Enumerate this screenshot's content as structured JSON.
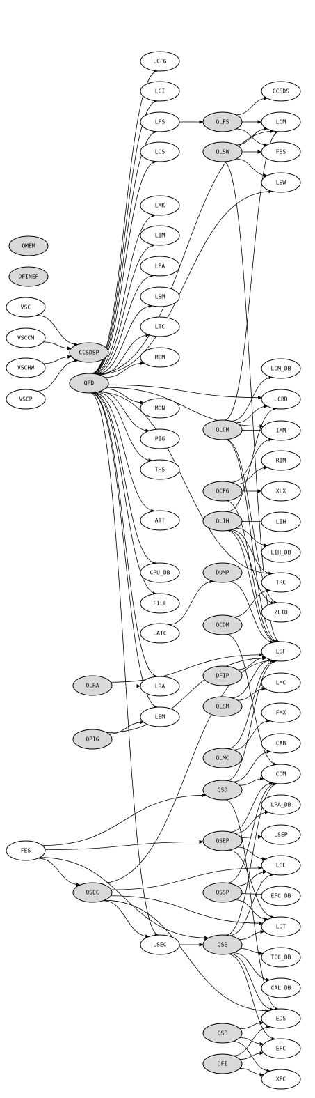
{
  "colors": {
    "module_fill": "#d9d9d9",
    "plain_fill": "#ffffff",
    "stroke": "#000000"
  },
  "diagram": {
    "nodes": [
      {
        "id": "QMEM",
        "label": "QMEM",
        "kind": "module"
      },
      {
        "id": "DFINEP",
        "label": "DFINEP",
        "kind": "module"
      },
      {
        "id": "VSC",
        "label": "VSC",
        "kind": "plain"
      },
      {
        "id": "VSCCM",
        "label": "VSCCM",
        "kind": "plain"
      },
      {
        "id": "VSCHW",
        "label": "VSCHW",
        "kind": "plain"
      },
      {
        "id": "VSCP",
        "label": "VSCP",
        "kind": "plain"
      },
      {
        "id": "CCSDSP",
        "label": "CCSDSP",
        "kind": "module"
      },
      {
        "id": "QPD",
        "label": "QPD",
        "kind": "module"
      },
      {
        "id": "LCFG",
        "label": "LCFG",
        "kind": "plain"
      },
      {
        "id": "LCI",
        "label": "LCI",
        "kind": "plain"
      },
      {
        "id": "LFS",
        "label": "LFS",
        "kind": "plain"
      },
      {
        "id": "LCS",
        "label": "LCS",
        "kind": "plain"
      },
      {
        "id": "LMK",
        "label": "LMK",
        "kind": "plain"
      },
      {
        "id": "LIM",
        "label": "LIM",
        "kind": "plain"
      },
      {
        "id": "LPA",
        "label": "LPA",
        "kind": "plain"
      },
      {
        "id": "LSM",
        "label": "LSM",
        "kind": "plain"
      },
      {
        "id": "LTC",
        "label": "LTC",
        "kind": "plain"
      },
      {
        "id": "MEM",
        "label": "MEM",
        "kind": "plain"
      },
      {
        "id": "MON",
        "label": "MON",
        "kind": "plain"
      },
      {
        "id": "PIG",
        "label": "PIG",
        "kind": "plain"
      },
      {
        "id": "THS",
        "label": "THS",
        "kind": "plain"
      },
      {
        "id": "ATT",
        "label": "ATT",
        "kind": "plain"
      },
      {
        "id": "CPU_DB",
        "label": "CPU_DB",
        "kind": "plain"
      },
      {
        "id": "FILE",
        "label": "FILE",
        "kind": "plain"
      },
      {
        "id": "LATC",
        "label": "LATC",
        "kind": "plain"
      },
      {
        "id": "LRA",
        "label": "LRA",
        "kind": "plain"
      },
      {
        "id": "LEM",
        "label": "LEM",
        "kind": "plain"
      },
      {
        "id": "QLRA",
        "label": "QLRA",
        "kind": "module"
      },
      {
        "id": "QPIG",
        "label": "QPIG",
        "kind": "module"
      },
      {
        "id": "FES",
        "label": "FES",
        "kind": "plain"
      },
      {
        "id": "QSEC",
        "label": "QSEC",
        "kind": "module"
      },
      {
        "id": "LSEC",
        "label": "LSEC",
        "kind": "plain"
      },
      {
        "id": "QLFS",
        "label": "QLFS",
        "kind": "module"
      },
      {
        "id": "QLSW",
        "label": "QLSW",
        "kind": "module"
      },
      {
        "id": "QLCM",
        "label": "QLCM",
        "kind": "module"
      },
      {
        "id": "QCFG",
        "label": "QCFG",
        "kind": "module"
      },
      {
        "id": "QLIH",
        "label": "QLIH",
        "kind": "module"
      },
      {
        "id": "DUMP",
        "label": "DUMP",
        "kind": "module"
      },
      {
        "id": "QCDM",
        "label": "QCDM",
        "kind": "module"
      },
      {
        "id": "DFIP",
        "label": "DFIP",
        "kind": "module"
      },
      {
        "id": "QLSM",
        "label": "QLSM",
        "kind": "module"
      },
      {
        "id": "QLMC",
        "label": "QLMC",
        "kind": "module"
      },
      {
        "id": "QSD",
        "label": "QSD",
        "kind": "module"
      },
      {
        "id": "QSEP",
        "label": "QSEP",
        "kind": "module"
      },
      {
        "id": "QSSP",
        "label": "QSSP",
        "kind": "module"
      },
      {
        "id": "QSE",
        "label": "QSE",
        "kind": "module"
      },
      {
        "id": "QSP",
        "label": "QSP",
        "kind": "module"
      },
      {
        "id": "DFI",
        "label": "DFI",
        "kind": "module"
      },
      {
        "id": "CCSDS",
        "label": "CCSDS",
        "kind": "plain"
      },
      {
        "id": "LCM",
        "label": "LCM",
        "kind": "plain"
      },
      {
        "id": "FBS",
        "label": "FBS",
        "kind": "plain"
      },
      {
        "id": "LSW",
        "label": "LSW",
        "kind": "plain"
      },
      {
        "id": "LCM_DB",
        "label": "LCM_DB",
        "kind": "plain"
      },
      {
        "id": "LCBD",
        "label": "LCBD",
        "kind": "plain"
      },
      {
        "id": "IMM",
        "label": "IMM",
        "kind": "plain"
      },
      {
        "id": "RIM",
        "label": "RIM",
        "kind": "plain"
      },
      {
        "id": "XLX",
        "label": "XLX",
        "kind": "plain"
      },
      {
        "id": "LIH",
        "label": "LIH",
        "kind": "plain"
      },
      {
        "id": "LIH_DB",
        "label": "LIH_DB",
        "kind": "plain"
      },
      {
        "id": "TRC",
        "label": "TRC",
        "kind": "plain"
      },
      {
        "id": "ZLIB",
        "label": "ZLIB",
        "kind": "plain"
      },
      {
        "id": "LSF",
        "label": "LSF",
        "kind": "plain"
      },
      {
        "id": "LMC",
        "label": "LMC",
        "kind": "plain"
      },
      {
        "id": "FMX",
        "label": "FMX",
        "kind": "plain"
      },
      {
        "id": "CAB",
        "label": "CAB",
        "kind": "plain"
      },
      {
        "id": "CDM",
        "label": "CDM",
        "kind": "plain"
      },
      {
        "id": "LPA_DB",
        "label": "LPA_DB",
        "kind": "plain"
      },
      {
        "id": "LSEP",
        "label": "LSEP",
        "kind": "plain"
      },
      {
        "id": "LSE",
        "label": "LSE",
        "kind": "plain"
      },
      {
        "id": "EFC_DB",
        "label": "EFC_DB",
        "kind": "plain"
      },
      {
        "id": "LDT",
        "label": "LDT",
        "kind": "plain"
      },
      {
        "id": "TCC_DB",
        "label": "TCC_DB",
        "kind": "plain"
      },
      {
        "id": "CAL_DB",
        "label": "CAL_DB",
        "kind": "plain"
      },
      {
        "id": "EDS",
        "label": "EDS",
        "kind": "plain"
      },
      {
        "id": "EFC",
        "label": "EFC",
        "kind": "plain"
      },
      {
        "id": "XFC",
        "label": "XFC",
        "kind": "plain"
      }
    ],
    "edges": [
      [
        "VSC",
        "CCSDSP"
      ],
      [
        "VSCCM",
        "CCSDSP"
      ],
      [
        "VSCHW",
        "CCSDSP"
      ],
      [
        "VSCP",
        "CCSDSP"
      ],
      [
        "QPD",
        "LCFG"
      ],
      [
        "QPD",
        "LCI"
      ],
      [
        "QPD",
        "LFS"
      ],
      [
        "QPD",
        "LCS"
      ],
      [
        "QPD",
        "LMK"
      ],
      [
        "QPD",
        "LIM"
      ],
      [
        "QPD",
        "LPA"
      ],
      [
        "QPD",
        "LSM"
      ],
      [
        "QPD",
        "LTC"
      ],
      [
        "QPD",
        "MEM"
      ],
      [
        "QPD",
        "MON"
      ],
      [
        "QPD",
        "PIG"
      ],
      [
        "QPD",
        "THS"
      ],
      [
        "QPD",
        "ATT"
      ],
      [
        "QPD",
        "CPU_DB"
      ],
      [
        "QPD",
        "FILE"
      ],
      [
        "QPD",
        "LRA"
      ],
      [
        "QPD",
        "LEM"
      ],
      [
        "QPD",
        "LSEC"
      ],
      [
        "QPD",
        "LCBD"
      ],
      [
        "QPD",
        "IMM"
      ],
      [
        "QPD",
        "LCM"
      ],
      [
        "QPD",
        "LSW"
      ],
      [
        "QPD",
        "TRC"
      ],
      [
        "LFS",
        "QLFS"
      ],
      [
        "QLFS",
        "CCSDS"
      ],
      [
        "QLFS",
        "LCM"
      ],
      [
        "QLFS",
        "FBS"
      ],
      [
        "QLSW",
        "LCM"
      ],
      [
        "QLSW",
        "FBS"
      ],
      [
        "QLSW",
        "LSW"
      ],
      [
        "QLSW",
        "LSF"
      ],
      [
        "QLCM",
        "LCM_DB"
      ],
      [
        "QLCM",
        "LCBD"
      ],
      [
        "QLCM",
        "IMM"
      ],
      [
        "QLCM",
        "LCM"
      ],
      [
        "QLCM",
        "ZLIB"
      ],
      [
        "QLCM",
        "LSF"
      ],
      [
        "QCFG",
        "RIM"
      ],
      [
        "QCFG",
        "XLX"
      ],
      [
        "QCFG",
        "IMM"
      ],
      [
        "QCFG",
        "LSF"
      ],
      [
        "QLIH",
        "LIH"
      ],
      [
        "QLIH",
        "LIH_DB"
      ],
      [
        "QLIH",
        "TRC"
      ],
      [
        "QLIH",
        "ZLIB"
      ],
      [
        "QLIH",
        "LSF"
      ],
      [
        "QLIH",
        "LCBD"
      ],
      [
        "LATC",
        "DUMP"
      ],
      [
        "DUMP",
        "LSF"
      ],
      [
        "QCDM",
        "TRC"
      ],
      [
        "QCDM",
        "CDM"
      ],
      [
        "DFIP",
        "LSF"
      ],
      [
        "QLSM",
        "LSF"
      ],
      [
        "QLSM",
        "LMC"
      ],
      [
        "QLMC",
        "FMX"
      ],
      [
        "QLMC",
        "LSF"
      ],
      [
        "QLRA",
        "LRA"
      ],
      [
        "QLRA",
        "LSF"
      ],
      [
        "QPIG",
        "LEM"
      ],
      [
        "QPIG",
        "LSF"
      ],
      [
        "QSD",
        "CDM"
      ],
      [
        "QSD",
        "CAB"
      ],
      [
        "QSD",
        "LSF"
      ],
      [
        "QSD",
        "EDS"
      ],
      [
        "QSEP",
        "LPA_DB"
      ],
      [
        "QSEP",
        "LSEP"
      ],
      [
        "QSEP",
        "LSE"
      ],
      [
        "QSEP",
        "CDM"
      ],
      [
        "QSEP",
        "LDT"
      ],
      [
        "QSSP",
        "EFC_DB"
      ],
      [
        "QSSP",
        "LSE"
      ],
      [
        "QSSP",
        "CDM"
      ],
      [
        "QSSP",
        "LDT"
      ],
      [
        "QSE",
        "TCC_DB"
      ],
      [
        "QSE",
        "CAL_DB"
      ],
      [
        "QSE",
        "EDS"
      ],
      [
        "QSE",
        "LDT"
      ],
      [
        "QSE",
        "CDM"
      ],
      [
        "QSE",
        "EFC"
      ],
      [
        "QSE",
        "LSE"
      ],
      [
        "QSP",
        "EDS"
      ],
      [
        "QSP",
        "EFC"
      ],
      [
        "QSP",
        "XFC"
      ],
      [
        "DFI",
        "EFC"
      ],
      [
        "DFI",
        "XFC"
      ],
      [
        "DFI",
        "EDS"
      ],
      [
        "FES",
        "QSD"
      ],
      [
        "FES",
        "QSEP"
      ],
      [
        "FES",
        "QSEC"
      ],
      [
        "FES",
        "QSE"
      ],
      [
        "QSEC",
        "LSEC"
      ],
      [
        "QSEC",
        "LSE"
      ],
      [
        "QSEC",
        "LDT"
      ],
      [
        "QSEC",
        "EDS"
      ],
      [
        "QSEC",
        "LSF"
      ],
      [
        "LSEC",
        "QSE"
      ]
    ]
  }
}
